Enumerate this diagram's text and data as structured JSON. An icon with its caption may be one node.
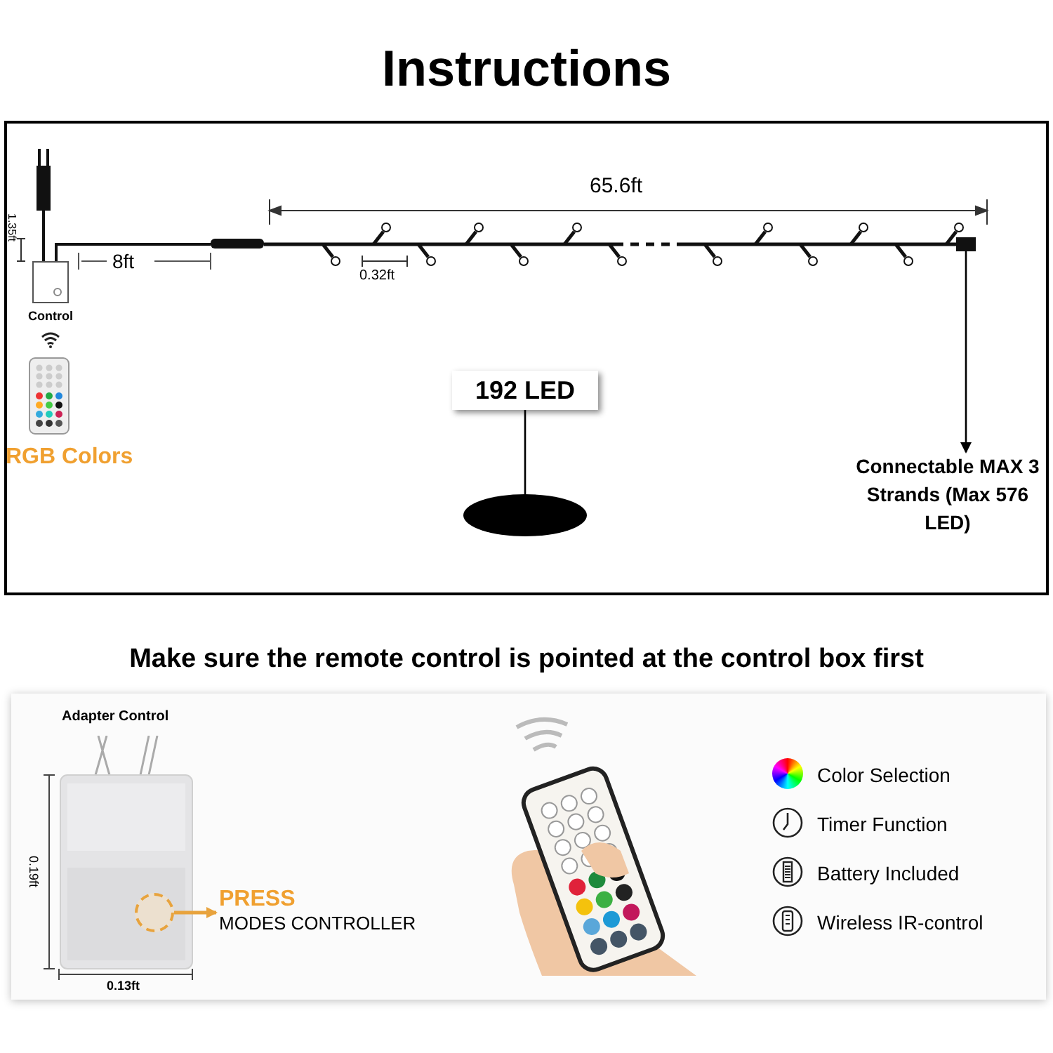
{
  "diagram": {
    "title": "Instructions",
    "nodes": [
      {
        "text": [
          "Control"
        ]
      },
      {
        "text": [
          "192 LED"
        ]
      },
      {
        "text": [],
        "shape": "ellipse"
      },
      {
        "text": [
          "Connectable MAX 3 Strands (Max 576 LED)"
        ]
      },
      {
        "text": [],
        "shape": "circle"
      },
      {
        "text": [
          "PRESS",
          "MODES CONTROLLER"
        ]
      },
      {
        "text": [],
        "shape": "box"
      }
    ],
    "edges": [
      {
        "from": 1,
        "to": 2,
        "arrow": "none"
      },
      {
        "from": 6,
        "to": 3,
        "arrow": "to"
      },
      {
        "from": 4,
        "to": 5,
        "arrow": "to",
        "color": "#e8a33d"
      }
    ],
    "labels": [
      "1.35ft",
      "8ft",
      "65.6ft",
      "0.32ft",
      "RGB Colors",
      "Make sure the remote control is pointed at the control box first",
      "Adapter Control",
      "0.19ft",
      "0.13ft",
      "Color Selection",
      "Timer Function",
      "Battery Included",
      "Wireless IR-control"
    ]
  }
}
